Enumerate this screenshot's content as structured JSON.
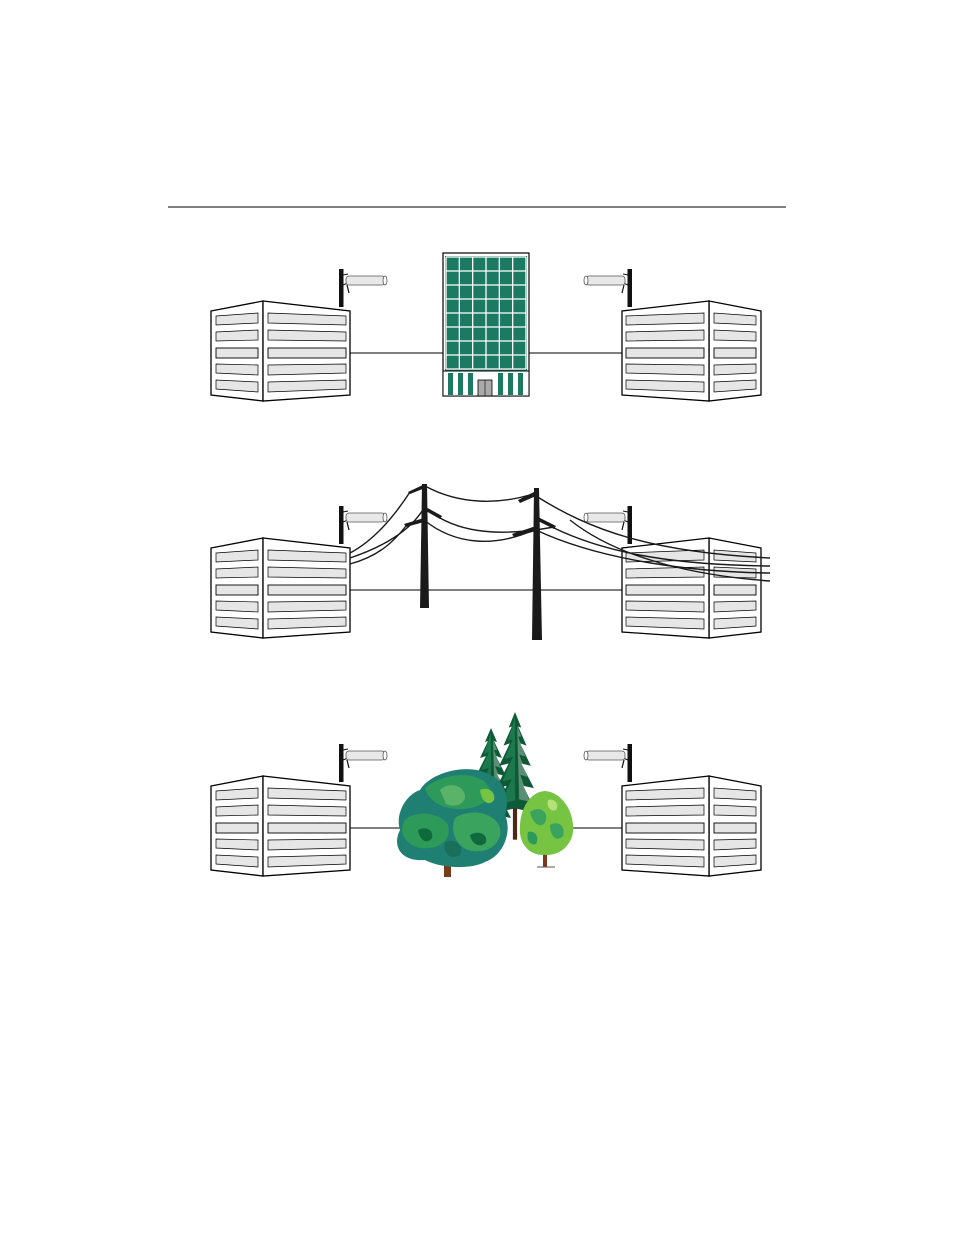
{
  "figure": {
    "panels": [
      {
        "obstruction": "building"
      },
      {
        "obstruction": "power-lines"
      },
      {
        "obstruction": "trees"
      }
    ]
  },
  "colors": {
    "line": "#000000",
    "window_fill": "#e6e6e6",
    "tower_glass": "#1c7a62",
    "tower_frame": "#ffffff",
    "antenna_fill": "#e8e8e8",
    "tree_dark": "#0e6a3a",
    "tree_mid": "#2e9a5a",
    "tree_light": "#76c442",
    "tree_teal": "#1f7f73",
    "trunk": "#7a3b1c"
  }
}
